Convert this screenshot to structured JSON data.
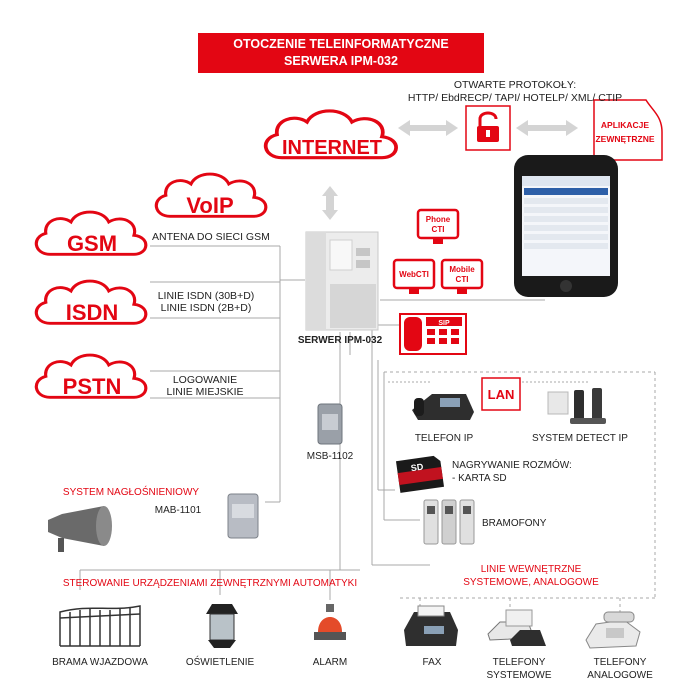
{
  "title": {
    "line1": "OTOCZENIE TELEINFORMATYCZNE",
    "line2": "SERWERA IPM-032"
  },
  "protocols": {
    "heading": "OTWARTE PROTOKOŁY:",
    "list": "HTTP/ EbdRECP/ TAPI/ HOTELP/ XML/ CTIP"
  },
  "external_apps": {
    "line1": "APLIKACJE",
    "line2": "ZEWNĘTRZNE"
  },
  "clouds": {
    "internet": "INTERNET",
    "voip": "VoIP",
    "gsm": "GSM",
    "isdn": "ISDN",
    "pstn": "PSTN"
  },
  "links": {
    "gsm": "ANTENA DO SIECI GSM",
    "isdn_line1": "LINIE ISDN (30B+D)",
    "isdn_line2": "LINIE ISDN (2B+D)",
    "pstn_line1": "LOGOWANIE",
    "pstn_line2": "LINIE MIEJSKIE"
  },
  "server": {
    "label": "SERWER IPM-032"
  },
  "cti": {
    "phone_line1": "Phone",
    "phone_line2": "CTI",
    "web": "WebCTI",
    "mobile_line1": "Mobile",
    "mobile_line2": "CTI",
    "sip": "SIP"
  },
  "msb": {
    "label": "MSB-1102"
  },
  "lan": {
    "badge": "LAN",
    "phone": "TELEFON IP",
    "detect": "SYSTEM DETECT IP"
  },
  "recording": {
    "line1": "NAGRYWANIE ROZMÓW:",
    "line2": "- KARTA SD",
    "card_text": "SD"
  },
  "doorphones": {
    "label": "BRAMOFONY"
  },
  "paging": {
    "title": "SYSTEM NAGŁOŚNIENIOWY",
    "module": "MAB-1101"
  },
  "automation": {
    "title": "STEROWANIE URZĄDZENIAMI ZEWNĘTRZNYMI AUTOMATYKI",
    "gate": "BRAMA WJAZDOWA",
    "light": "OŚWIETLENIE",
    "alarm": "ALARM"
  },
  "internal_lines": {
    "title_line1": "LINIE WEWNĘTRZNE",
    "title_line2": "SYSTEMOWE, ANALOGOWE",
    "fax": "FAX",
    "system_line1": "TELEFONY",
    "system_line2": "SYSTEMOWE",
    "analog_line1": "TELEFONY",
    "analog_line2": "ANALOGOWE"
  },
  "colors": {
    "accent": "#e30613",
    "line": "#a8a8a8",
    "arrow": "#cfcfcf"
  }
}
